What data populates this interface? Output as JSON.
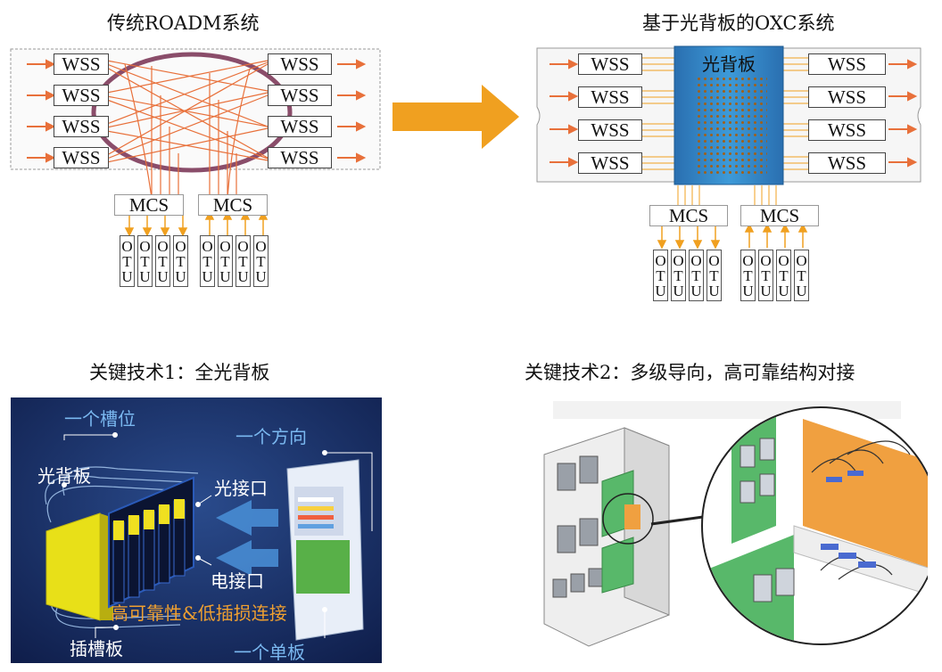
{
  "captions": {
    "top_left": "传统ROADM系统",
    "top_right": "基于光背板的OXC系统",
    "bottom_left": "关键技术1：全光背板",
    "bottom_right": "关键技术2：多级导向，高可靠结构对接"
  },
  "roadm": {
    "wss": [
      "WSS",
      "WSS",
      "WSS",
      "WSS",
      "WSS",
      "WSS",
      "WSS",
      "WSS"
    ],
    "mcs": [
      "MCS",
      "MCS"
    ],
    "otu_letters": [
      "O",
      "T",
      "U"
    ]
  },
  "oxc": {
    "backplane_label": "光背板",
    "wss": [
      "WSS",
      "WSS",
      "WSS",
      "WSS",
      "WSS",
      "WSS",
      "WSS",
      "WSS"
    ],
    "mcs": [
      "MCS",
      "MCS"
    ],
    "otu_letters": [
      "O",
      "T",
      "U"
    ]
  },
  "tech1": {
    "slot": "一个槽位",
    "direction": "一个方向",
    "backplane": "光背板",
    "optical_port": "光接口",
    "electrical_port": "电接口",
    "reliability": "高可靠性&低插损连接",
    "plug_board": "插槽板",
    "single_board": "一个单板"
  },
  "colors": {
    "arrow_orange": "#f0a020",
    "fiber_orange": "#e8703a",
    "backplane_blue": "#2e86c8",
    "panel_navy": "#16285c",
    "tech1_orange_text": "#f0a030",
    "board_green": "#58b86a",
    "connector_orange": "#f0a040"
  }
}
